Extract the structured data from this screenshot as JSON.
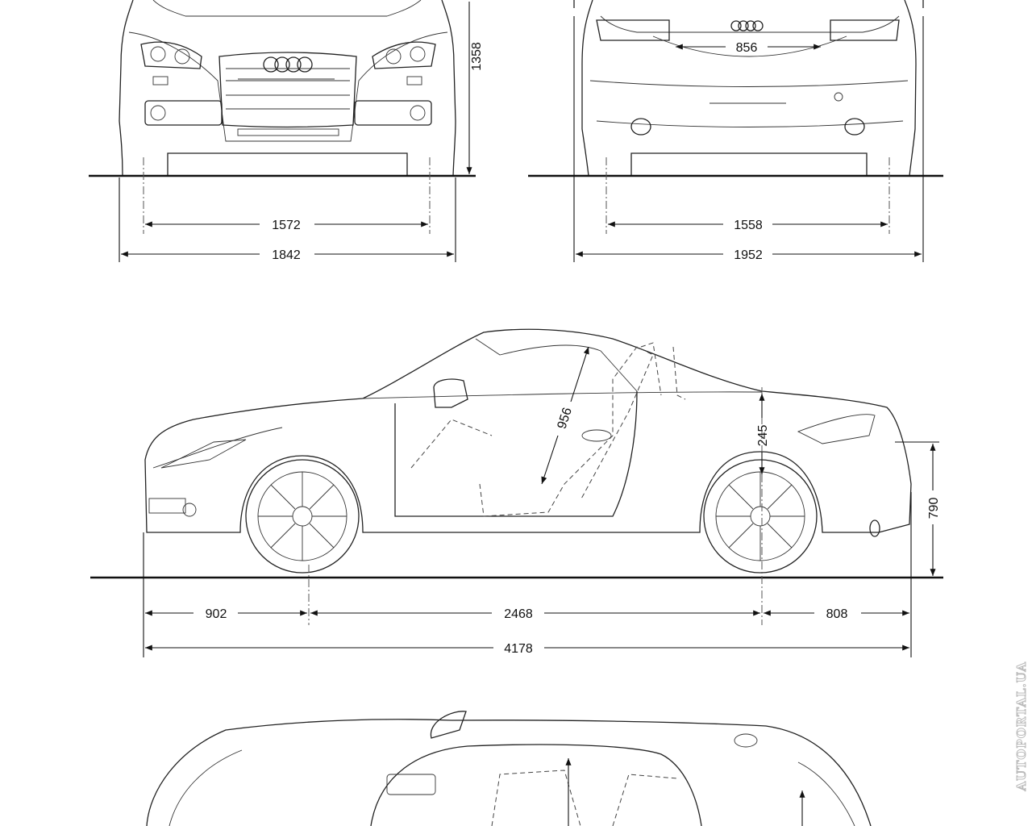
{
  "front_view": {
    "height": "1358",
    "track": "1572",
    "width": "1842"
  },
  "rear_view": {
    "trunk_opening": "856",
    "track": "1558",
    "width_with_mirrors": "1952"
  },
  "side_view": {
    "seat_to_roof": "956",
    "sill_to_roof_gap": "245",
    "loading_height": "790",
    "front_overhang": "902",
    "wheelbase": "2468",
    "rear_overhang": "808",
    "length": "4178"
  },
  "watermark": "AUTOPORTAL.UA"
}
